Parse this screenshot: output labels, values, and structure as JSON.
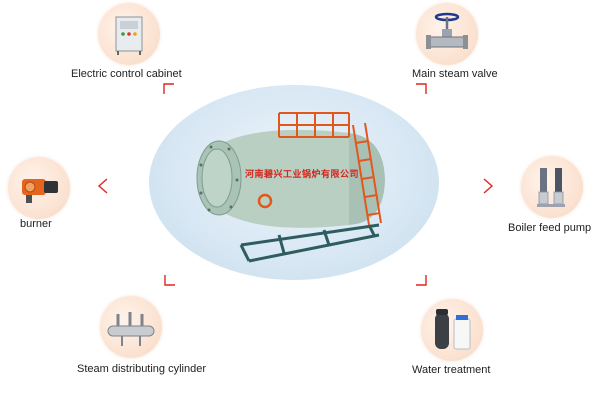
{
  "center": {
    "boiler_label": "河南碧兴工业锅炉有限公司"
  },
  "nodes": {
    "electric_control_cabinet": "Electric control cabinet",
    "main_steam_valve": "Main steam valve",
    "burner": "burner",
    "boiler_feed_pump": "Boiler feed pump",
    "steam_distributing_cylinder": "Steam distributing cylinder",
    "water_treatment": "Water treatment"
  },
  "colors": {
    "accent": "#e2261c",
    "circle_fill": "#fbe2d1",
    "ellipse_fill": "#d9e8f4",
    "boiler_body": "#b9cfc2",
    "frame": "#2e5c5f"
  }
}
